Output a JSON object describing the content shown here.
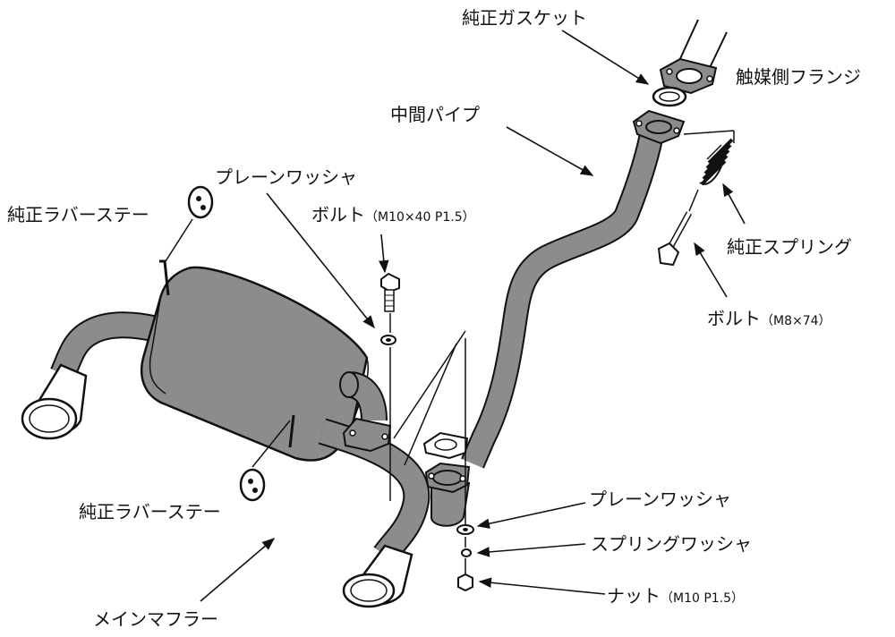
{
  "labels": {
    "gasket": "純正ガスケット",
    "cat_flange": "触媒側フランジ",
    "mid_pipe": "中間パイプ",
    "plain_washer_top": "プレーンワッシャ",
    "rubber_stay_top": "純正ラバーステー",
    "bolt_m10": "ボルト",
    "bolt_m10_spec": "（M10×40 P1.5）",
    "spring": "純正スプリング",
    "bolt_m8": "ボルト",
    "bolt_m8_spec": "（M8×74）",
    "rubber_stay_bottom": "純正ラバーステー",
    "plain_washer_bottom": "プレーンワッシャ",
    "spring_washer": "スプリングワッシャ",
    "nut": "ナット",
    "nut_spec": "（M10 P1.5）",
    "main_muffler": "メインマフラー"
  },
  "colors": {
    "pipe_fill": "#8c8c8c",
    "line": "#111111",
    "tip_fill": "#ffffff",
    "background": "#ffffff"
  }
}
